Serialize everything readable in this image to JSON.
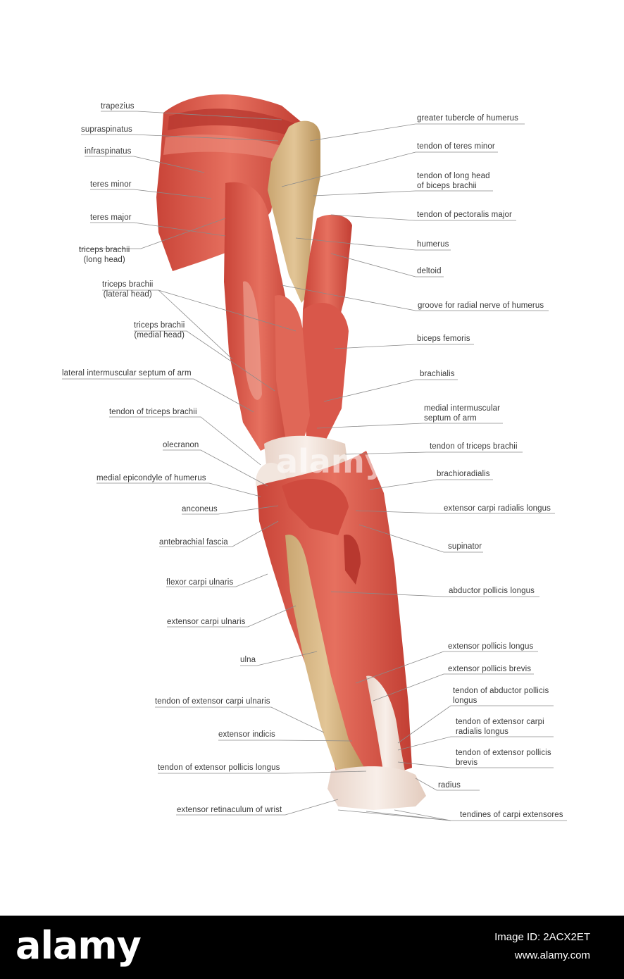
{
  "colors": {
    "muscle": "#d9574a",
    "muscle_dark": "#b8382f",
    "muscle_light": "#ec8c7c",
    "tendon": "#f1e4dc",
    "bone": "#d8b98a",
    "bone_dark": "#b8935c",
    "leader": "#8a8a8a",
    "text": "#3a3a3a",
    "footer_bg": "#000000",
    "footer_text": "#ffffff"
  },
  "labels_left": [
    {
      "id": "trapezius",
      "text": "trapezius"
    },
    {
      "id": "supraspinatus",
      "text": "supraspinatus"
    },
    {
      "id": "infraspinatus",
      "text": "infraspinatus"
    },
    {
      "id": "teres-minor",
      "text": "teres minor"
    },
    {
      "id": "teres-major",
      "text": "teres major"
    },
    {
      "id": "triceps-long",
      "text": "triceps brachii\n(long head)"
    },
    {
      "id": "triceps-lateral",
      "text": "triceps brachii\n(lateral head)"
    },
    {
      "id": "triceps-medial",
      "text": "triceps brachii\n(medial head)"
    },
    {
      "id": "lateral-intermuscular-septum",
      "text": "lateral intermuscular septum of arm"
    },
    {
      "id": "tendon-triceps-left",
      "text": "tendon of triceps brachii"
    },
    {
      "id": "olecranon",
      "text": "olecranon"
    },
    {
      "id": "medial-epicondyle",
      "text": "medial epicondyle of humerus"
    },
    {
      "id": "anconeus",
      "text": "anconeus"
    },
    {
      "id": "antebrachial-fascia",
      "text": "antebrachial fascia"
    },
    {
      "id": "flexor-carpi-ulnaris",
      "text": "flexor carpi ulnaris"
    },
    {
      "id": "extensor-carpi-ulnaris",
      "text": "extensor carpi ulnaris"
    },
    {
      "id": "ulna",
      "text": "ulna"
    },
    {
      "id": "tendon-extensor-carpi-ulnaris",
      "text": "tendon of extensor carpi ulnaris"
    },
    {
      "id": "extensor-indicis",
      "text": "extensor indicis"
    },
    {
      "id": "tendon-extensor-pollicis-longus",
      "text": "tendon of extensor pollicis longus"
    },
    {
      "id": "extensor-retinaculum",
      "text": "extensor retinaculum of wrist"
    }
  ],
  "labels_right": [
    {
      "id": "greater-tubercle",
      "text": "greater tubercle of humerus"
    },
    {
      "id": "tendon-teres-minor",
      "text": "tendon of teres minor"
    },
    {
      "id": "tendon-long-head-biceps",
      "text": "tendon of long head\nof biceps brachii"
    },
    {
      "id": "tendon-pectoralis-major",
      "text": "tendon of pectoralis major"
    },
    {
      "id": "humerus",
      "text": "humerus"
    },
    {
      "id": "deltoid",
      "text": "deltoid"
    },
    {
      "id": "groove-radial-nerve",
      "text": "groove for radial nerve of humerus"
    },
    {
      "id": "biceps-femoris",
      "text": "biceps femoris"
    },
    {
      "id": "brachialis",
      "text": "brachialis"
    },
    {
      "id": "medial-intermuscular-septum",
      "text": "medial intermuscular\nseptum of arm"
    },
    {
      "id": "tendon-triceps-right",
      "text": "tendon of triceps brachii"
    },
    {
      "id": "brachioradialis",
      "text": "brachioradialis"
    },
    {
      "id": "extensor-carpi-radialis-longus",
      "text": "extensor carpi radialis longus"
    },
    {
      "id": "supinator",
      "text": "supinator"
    },
    {
      "id": "abductor-pollicis-longus",
      "text": "abductor pollicis longus"
    },
    {
      "id": "extensor-pollicis-longus",
      "text": "extensor pollicis longus"
    },
    {
      "id": "extensor-pollicis-brevis",
      "text": "extensor pollicis brevis"
    },
    {
      "id": "tendon-abductor-pollicis-longus",
      "text": "tendon of abductor pollicis\nlongus"
    },
    {
      "id": "tendon-extensor-carpi-radialis",
      "text": "tendon of extensor carpi\nradialis longus"
    },
    {
      "id": "tendon-extensor-pollicis-brevis",
      "text": "tendon of extensor pollicis\nbrevis"
    },
    {
      "id": "radius",
      "text": "radius"
    },
    {
      "id": "tendines-carpi-extensores",
      "text": "tendines of carpi extensores"
    }
  ],
  "watermark": "alamy",
  "footer": {
    "logo": "alamy",
    "image_id": "Image ID: 2ACX2ET",
    "url": "www.alamy.com"
  }
}
